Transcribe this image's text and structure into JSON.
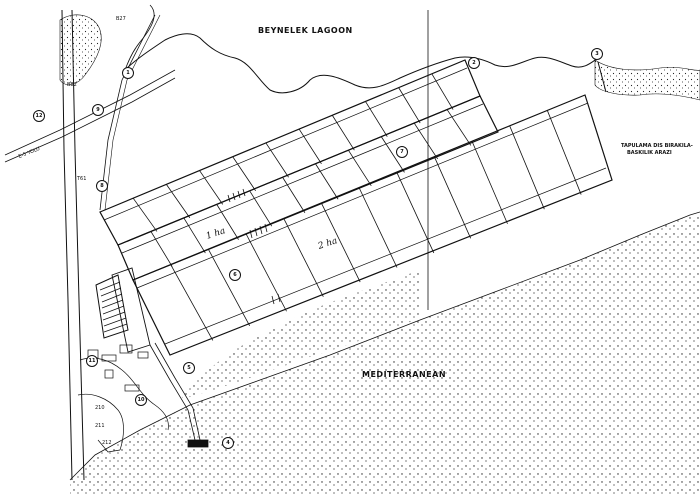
{
  "labels": {
    "lagoon": "BEYNELEK LAGOON",
    "sea": "MEDITERRANEAN",
    "reference_line1": "TAPULAMA DIS BIRAKILA-",
    "reference_line2": "BASKILIK ARAZI",
    "area_one": "1 ha",
    "area_two": "2 ha",
    "road": "E-5 YOLU"
  },
  "plot_numbers": [
    "B27",
    "B82",
    "T61",
    "210",
    "211",
    "212"
  ],
  "markers": [
    "1",
    "2",
    "3",
    "4",
    "5",
    "6",
    "7",
    "8",
    "9",
    "10",
    "11",
    "12"
  ],
  "colors": {
    "ink": "#111111",
    "paper": "#ffffff"
  }
}
